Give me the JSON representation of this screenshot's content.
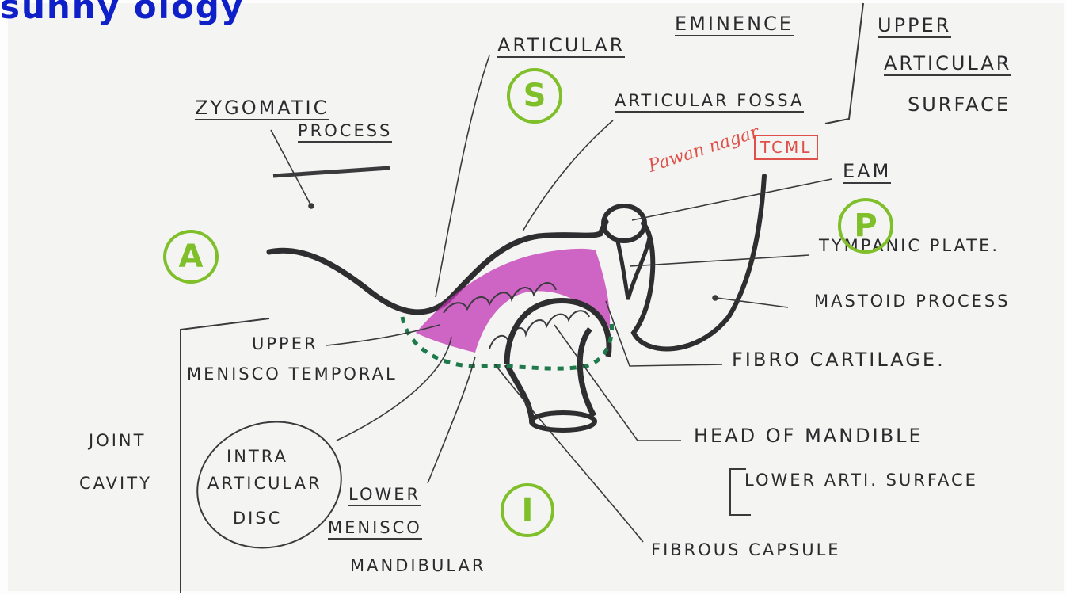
{
  "watermark": "sunny ology",
  "labels": {
    "zygomatic": "ZYGOMATIC",
    "process": "PROCESS",
    "articular_eminence_1": "ARTICULAR",
    "articular_eminence_2": "EMINENCE",
    "articular_fossa": "ARTICULAR FOSSA",
    "upper": "UPPER",
    "articular": "ARTICULAR",
    "surface": "SURFACE",
    "eam": "EAM",
    "tympanic_plate": "TYMPANIC PLATE.",
    "mastoid_process": "MASTOID PROCESS",
    "fibro_cartilage": "FIBRO CARTILAGE.",
    "head_of_mandible": "HEAD OF MANDIBLE",
    "lower_arti_surface": "LOWER ARTI. SURFACE",
    "fibrous_capsule": "FIBROUS CAPSULE",
    "upper_menisco": "UPPER",
    "menisco_temporal": "MENISCO TEMPORAL",
    "joint": "JOINT",
    "cavity": "CAVITY",
    "intra": "INTRA",
    "articular_disc": "ARTICULAR",
    "disc": "DISC",
    "lower": "LOWER",
    "menisco": "MENISCO",
    "mandibular": "MANDIBULAR"
  },
  "markers": {
    "a": "A",
    "s": "S",
    "p": "P",
    "i": "I"
  },
  "signature": {
    "name": "Pawan nagar",
    "tag": "TCML"
  },
  "colors": {
    "ink": "#2b2b2e",
    "marker_green": "#7fbf2a",
    "highlight_magenta": "#c234b4",
    "signature_red": "#e0504a",
    "capsule_dash_green": "#1e7a4a",
    "watermark_blue": "#1020c8"
  }
}
